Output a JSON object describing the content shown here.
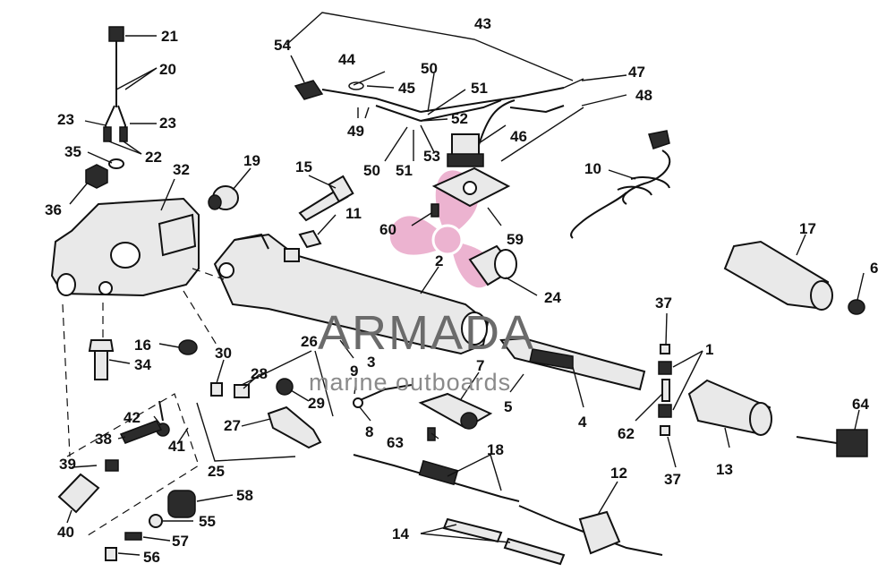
{
  "watermark": {
    "title": "ARMADA",
    "subtitle": "marine outboards",
    "logo_color": "#e9a6c8",
    "text_color": "#6b6b6b"
  },
  "callouts": {
    "n1": "1",
    "n2": "2",
    "n3": "3",
    "n4": "4",
    "n5": "5",
    "n6": "6",
    "n7": "7",
    "n8": "8",
    "n9": "9",
    "n10": "10",
    "n11": "11",
    "n12": "12",
    "n13": "13",
    "n14": "14",
    "n15": "15",
    "n16": "16",
    "n17": "17",
    "n18": "18",
    "n19": "19",
    "n20": "20",
    "n21": "21",
    "n22": "22",
    "n23a": "23",
    "n23b": "23",
    "n24": "24",
    "n25": "25",
    "n26": "26",
    "n27": "27",
    "n28": "28",
    "n29": "29",
    "n30": "30",
    "n32": "32",
    "n34": "34",
    "n35": "35",
    "n36": "36",
    "n37a": "37",
    "n37b": "37",
    "n38": "38",
    "n39": "39",
    "n40": "40",
    "n41": "41",
    "n42": "42",
    "n43": "43",
    "n44": "44",
    "n45": "45",
    "n46": "46",
    "n47": "47",
    "n48": "48",
    "n49": "49",
    "n50a": "50",
    "n50b": "50",
    "n51a": "51",
    "n51b": "51",
    "n52": "52",
    "n53": "53",
    "n54": "54",
    "n55": "55",
    "n56": "56",
    "n57": "57",
    "n58": "58",
    "n59": "59",
    "n60": "60",
    "n62": "62",
    "n63": "63",
    "n64": "64"
  }
}
